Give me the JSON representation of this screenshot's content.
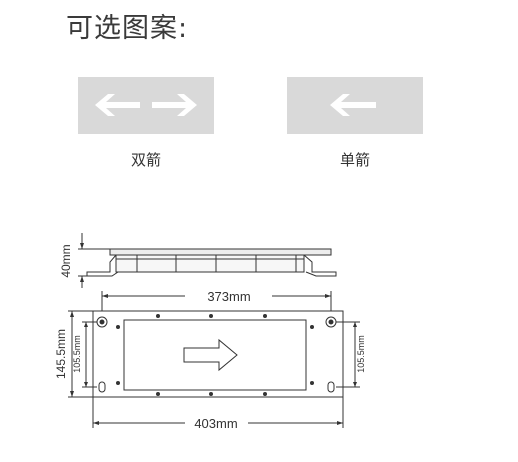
{
  "page_title": "可选图案:",
  "options": [
    {
      "label": "双箭",
      "icon": "double-arrow-icon",
      "color": "#d9d9d9"
    },
    {
      "label": "单箭",
      "icon": "left-arrow-icon",
      "color": "#d9d9d9"
    }
  ],
  "drawing": {
    "height_label": "40mm",
    "inner_width_label": "373mm",
    "outer_width_label": "403mm",
    "outer_height_label": "145.5mm",
    "left_hole_spacing_label": "105.5mm",
    "right_hole_spacing_label": "105.5mm",
    "face_icon": "right-arrow-icon",
    "line_color": "#333333"
  }
}
